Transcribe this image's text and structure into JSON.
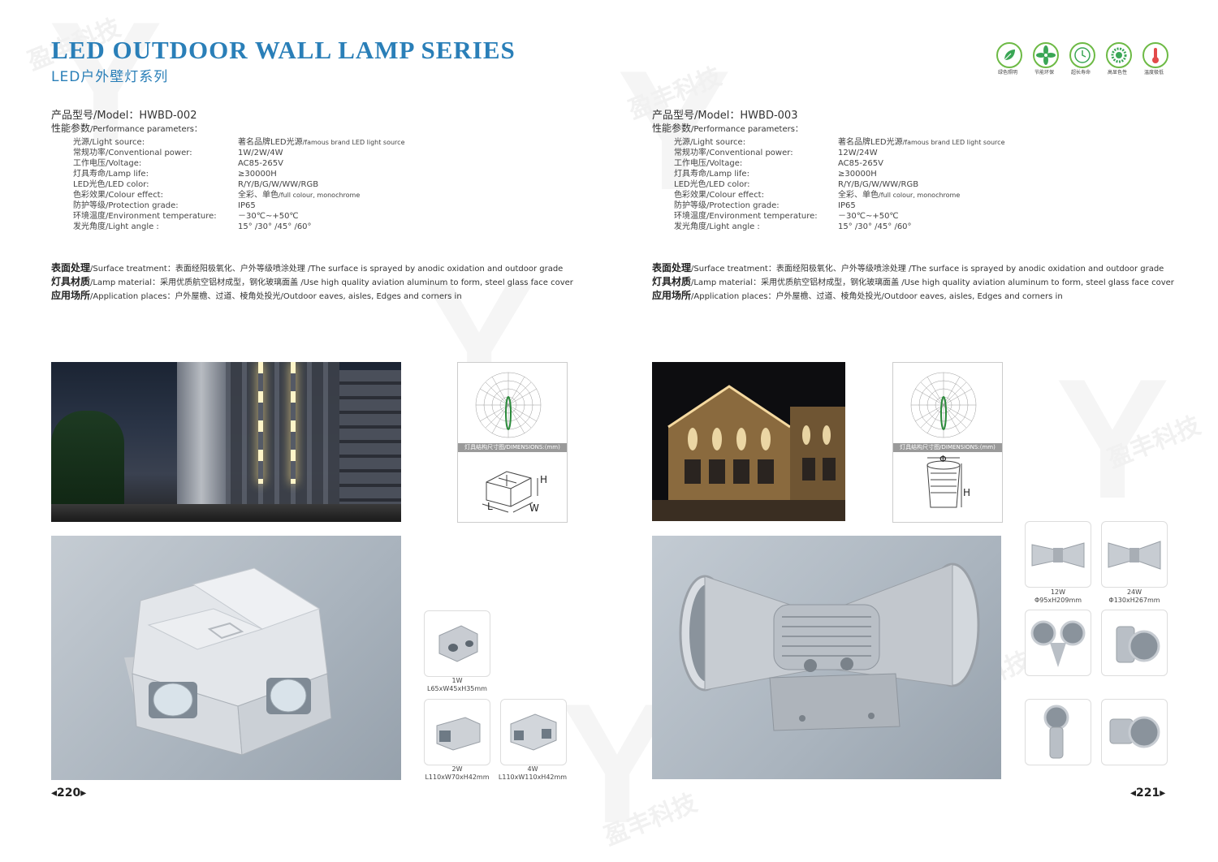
{
  "header": {
    "title_en": "LED OUTDOOR WALL LAMP SERIES",
    "title_cn": "LED户外壁灯系列"
  },
  "watermark": "盈丰科技",
  "certifications": [
    {
      "label": "绿色照明",
      "icon": "leaf-icon",
      "color": "#3aa655"
    },
    {
      "label": "节能环保",
      "icon": "fan-icon",
      "color": "#3aa655"
    },
    {
      "label": "超长寿命",
      "icon": "clock-icon",
      "color": "#3aa655"
    },
    {
      "label": "高显色性",
      "icon": "sun-ring-icon",
      "color": "#3aa655"
    },
    {
      "label": "温度极低",
      "icon": "thermometer-icon",
      "color": "#3aa655"
    }
  ],
  "left": {
    "model": "产品型号/Model：HWBD-002",
    "perf_cn": "性能参数",
    "perf_en": "/Performance parameters：",
    "specs": [
      {
        "k": "光源/Light source:",
        "v": "著名品牌LED光源",
        "v_small": "/famous brand LED light source"
      },
      {
        "k": "常规功率/Conventional power:",
        "v": "1W/2W/4W",
        "v_small": ""
      },
      {
        "k": "工作电压/Voltage:",
        "v": "AC85-265V",
        "v_small": ""
      },
      {
        "k": "灯具寿命/Lamp life:",
        "v": "≥30000H",
        "v_small": ""
      },
      {
        "k": "LED光色/LED color:",
        "v": "R/Y/B/G/W/WW/RGB",
        "v_small": ""
      },
      {
        "k": "色彩效果/Colour effect:",
        "v": "全彩、单色",
        "v_small": "/full colour, monochrome"
      },
      {
        "k": "防护等级/Protection grade:",
        "v": "IP65",
        "v_small": ""
      },
      {
        "k": "环境温度/Environment temperature:",
        "v": "－30℃~+50℃",
        "v_small": ""
      },
      {
        "k": "发光角度/Light angle :",
        "v": "15° /30° /45° /60°",
        "v_small": ""
      }
    ],
    "surface_b": "表面处理",
    "surface": "/Surface treatment：表面经阳极氧化、户外等级喷涂处理 /The surface is sprayed by anodic oxidation and outdoor grade",
    "material_b": "灯具材质",
    "material": "/Lamp material：采用优质航空铝材成型，钢化玻璃面盖 /Use high quality aviation aluminum to form, steel glass face cover",
    "app_b": "应用场所",
    "app": "/Application places：户外屋檐、过道、棱角处投光/Outdoor eaves, aisles, Edges and corners in",
    "dim_label": "灯具结构尺寸图/DIMENSIONS:(mm)",
    "dim_letters": {
      "h": "H",
      "l": "L",
      "w": "W"
    },
    "variants": [
      {
        "power": "1W",
        "size": "L65xW45xH35mm"
      },
      {
        "power": "2W",
        "size": "L110xW70xH42mm"
      },
      {
        "power": "4W",
        "size": "L110xW110xH42mm"
      }
    ],
    "page": "◂220▸"
  },
  "right": {
    "model": "产品型号/Model：HWBD-003",
    "perf_cn": "性能参数",
    "perf_en": "/Performance parameters：",
    "specs": [
      {
        "k": "光源/Light source:",
        "v": "著名品牌LED光源",
        "v_small": "/famous brand LED light source"
      },
      {
        "k": "常规功率/Conventional power:",
        "v": "12W/24W",
        "v_small": ""
      },
      {
        "k": "工作电压/Voltage:",
        "v": "AC85-265V",
        "v_small": ""
      },
      {
        "k": "灯具寿命/Lamp life:",
        "v": "≥30000H",
        "v_small": ""
      },
      {
        "k": "LED光色/LED color:",
        "v": "R/Y/B/G/W/WW/RGB",
        "v_small": ""
      },
      {
        "k": "色彩效果/Colour effect:",
        "v": "全彩、单色",
        "v_small": "/full colour, monochrome"
      },
      {
        "k": "防护等级/Protection grade:",
        "v": "IP65",
        "v_small": ""
      },
      {
        "k": "环境温度/Environment temperature:",
        "v": "－30℃~+50℃",
        "v_small": ""
      },
      {
        "k": "发光角度/Light angle :",
        "v": "15° /30° /45° /60°",
        "v_small": ""
      }
    ],
    "surface_b": "表面处理",
    "surface": "/Surface treatment：表面经阳极氧化、户外等级喷涂处理 /The surface is sprayed by anodic oxidation and outdoor grade",
    "material_b": "灯具材质",
    "material": "/Lamp material：采用优质航空铝材成型，钢化玻璃面盖 /Use high quality aviation aluminum to form, steel glass face cover",
    "app_b": "应用场所",
    "app": "/Application places：户外屋檐、过道、棱角处投光/Outdoor eaves, aisles, Edges and corners in",
    "dim_label": "灯具结构尺寸图/DIMENSIONS:(mm)",
    "dim_letters": {
      "phi": "Φ",
      "h": "H"
    },
    "variants": [
      {
        "power": "12W",
        "size": "Φ95xH209mm"
      },
      {
        "power": "24W",
        "size": "Φ130xH267mm"
      }
    ],
    "page": "◂221▸"
  }
}
